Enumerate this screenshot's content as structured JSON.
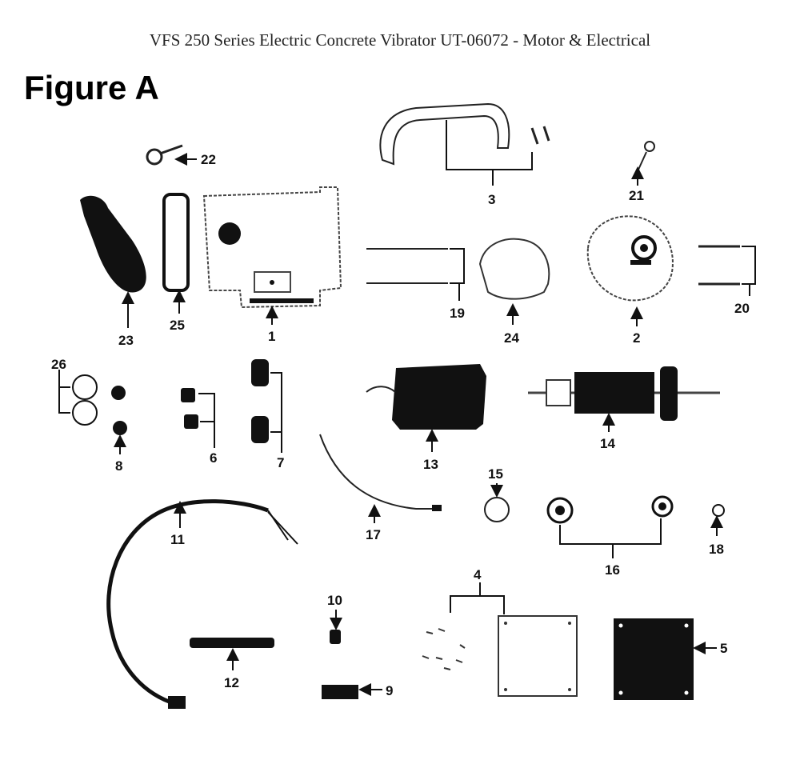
{
  "title": "VFS 250 Series Electric Concrete Vibrator UT-06072 - Motor & Electrical",
  "figure_label": "Figure A",
  "callouts": {
    "c1": "1",
    "c2": "2",
    "c3": "3",
    "c4": "4",
    "c5": "5",
    "c6": "6",
    "c7": "7",
    "c8": "8",
    "c9": "9",
    "c10": "10",
    "c11": "11",
    "c12": "12",
    "c13": "13",
    "c14": "14",
    "c15": "15",
    "c16": "16",
    "c17": "17",
    "c18": "18",
    "c19": "19",
    "c20": "20",
    "c21": "21",
    "c22": "22",
    "c23": "23",
    "c24": "24",
    "c25": "25",
    "c26": "26"
  }
}
